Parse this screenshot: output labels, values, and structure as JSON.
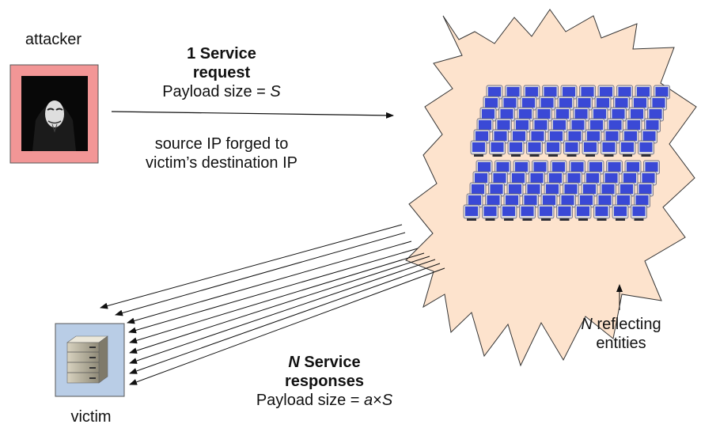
{
  "attacker": {
    "label": "attacker"
  },
  "victim": {
    "label": "victim"
  },
  "request": {
    "title_line1": "1 Service",
    "title_line2": "request",
    "payload_prefix": "Payload size = ",
    "payload_var": "S",
    "note_line1": "source IP forged to",
    "note_line2": "victim’s destination IP"
  },
  "responses": {
    "title_n": "N",
    "title_rest": " Service",
    "title_line2": "responses",
    "payload_prefix": "Payload size = ",
    "payload_var_a": "a",
    "payload_times": "×",
    "payload_var_s": "S"
  },
  "reflectors": {
    "label_n": "N",
    "label_rest": " reflecting",
    "label_line2": "entities"
  },
  "colors": {
    "attacker_frame": "#f29696",
    "cloud_fill": "#fde3cd",
    "victim_frame": "#b9cde6",
    "monitor": "#3a49d6"
  }
}
